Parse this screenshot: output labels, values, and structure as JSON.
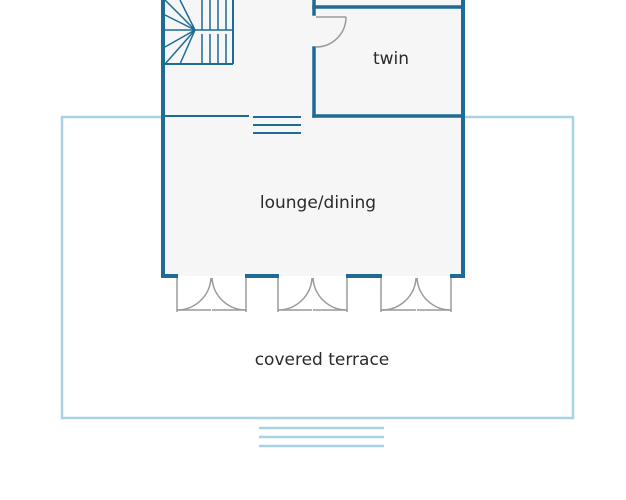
{
  "colors": {
    "wall": "#1e6b96",
    "terrace": "#a8d3e6",
    "floor": "#f6f6f7",
    "door": "#9a9a9a",
    "label": "#2a2a2a"
  },
  "rooms": {
    "twin": "twin",
    "lounge": "lounge/dining",
    "terrace": "covered terrace"
  }
}
